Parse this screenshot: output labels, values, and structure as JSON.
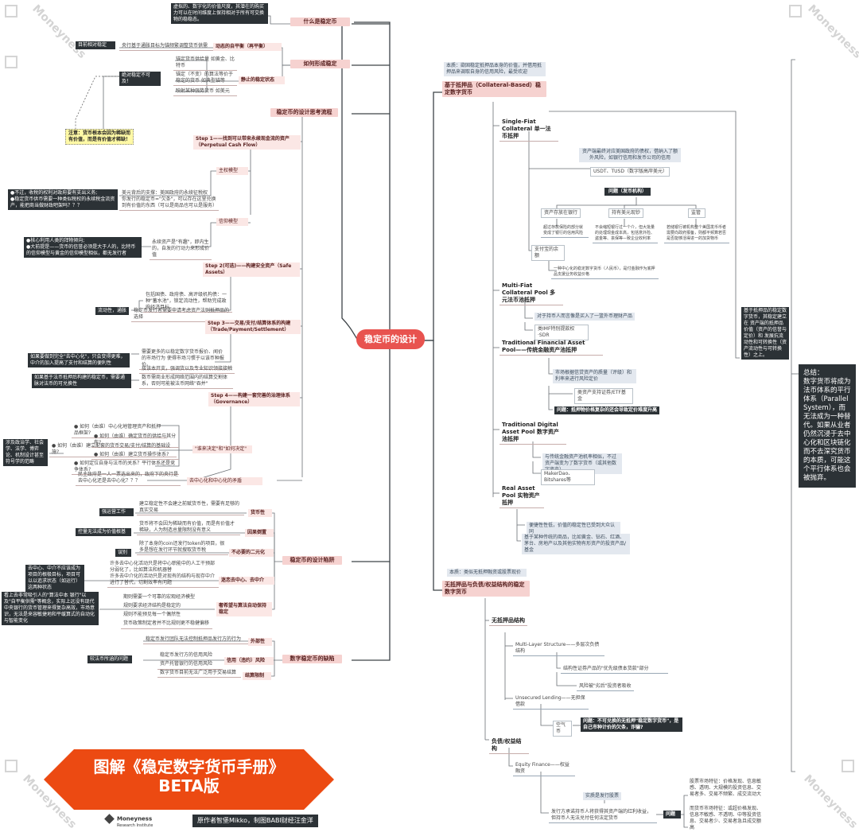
{
  "center_title": "稳定币的设计",
  "banner": {
    "title_line1": "图解《稳定数字货币手册》",
    "title_line2": "BETA版",
    "logo_name": "Moneyness",
    "logo_sub": "Research Institute",
    "credit": "原作者智堡Mikko，制图BABI财经汪金洋"
  },
  "watermark": "Moneyness",
  "left": {
    "what": {
      "label": "什么是稳定币",
      "note": "虚拟的、数字化的价值尺度，其潜在的购买力可以在时间维度上保持相对于所有可交换物的稳稳态。"
    },
    "how_formed": {
      "label": "如何形成稳定",
      "dynamic_label": "动态的自平衡（再平衡）",
      "dynamic_text": "央行基于通胀目标为锚频繁调整货币供需",
      "dynamic_tag": "目前相对稳定",
      "static_label": "静止的稳定状态",
      "static_items": [
        "锚定货币供给量 如黄金、比特币",
        "锚定（不变）的算法等价于稳定的货币 如典型锚等",
        "映射某种强势货币 如美元"
      ],
      "absolute_tag": "绝对稳定不可及！",
      "note": "注意：货币根本会因为稀缺而有价值，而是有价值才稀缺！"
    },
    "design_flow": {
      "label": "稳定币的设计思考流程",
      "step1": "Step 1——找到可以带来永续现金流的资产（Perpetual Cash Flow）",
      "sovereign_label": "主权模型",
      "sovereign_text": "美元背后的支撑：美国政府的永续征税权\n你发行的稳定币=\"欠条\"，可以存在这里兑换到有价值的东西（可以是商品也可以是服务）",
      "sovereign_note": "●不过，收税的权利对政府要有支出义务;\n●稳定货币供币需要一种类似税权的永续税金流资产，能把商当做财政吧架吗？？？",
      "credit_label": "信仰模型",
      "credit_text": "永续资产是\"有趣\"，即内生的，自发的行动力来形成价值",
      "credit_note": "●核心利用人类的拜物倾向;\n●大前提是——货币的信誉必须是大于人的，比特币 的信仰模型与黄金的信仰模型相似，都无发行者",
      "step2": "Step 2(可选)——构建安全资产（Safe Assets）",
      "step2_text1": "包括国债、政府债、高评级机构债：一种\"蓄水池\"，锁定流动性，帮助完成政府经济目标",
      "step2_text2": "稳定币发行者需要申请考虑资产法则抵押品的选择",
      "step2_tag": "流动性，通胀",
      "step3": "Step 3——交易/支付/结算体系的构建（Trade/Payment/Settlement）",
      "step3_text1": "需要更多的以稳定数字货币报价、闻价的市场行为 使得市场习惯于以该币种报价。",
      "step3_text2": "接该本开支，强调货以及专业知识领接接触",
      "step3_text3": "数币需商业形成网络范围内的结算交割体系，否则可能被法币网络\"吞并\"",
      "step3_note1": "如果要做到完全\"去中心化\"，只会变得更难，中介的加入提高了支付和结算的便利性",
      "step3_note2": "如果基于法币抵押后构建的稳定币，需要通脉对法币的可兑换性",
      "step4": "Step 4——构建一套完善的治理体系（Governance）",
      "step4_items": [
        "● 如何（由谁）中心化地管理资产和抵押品框架?",
        "● 如何（由谁）确定货币的供给与其分布?",
        "● 如何（由谁）建立配套的货币交易/支付/结算的基础设施?",
        "● 如何（由谁）建立货币操作体系?",
        "● 如何定位自身与法币的关系？平行体系还是竞争体系?"
      ],
      "step4_mid": "\"谁来决定\"和\"如何决定\"",
      "step4_q": "民主政府是一人一票选出来的，政府下的央行是 去中心化还是去中心化？？？",
      "step4_mid2": "去中心化和中心化的矛盾",
      "step4_note": "涉及政治学、社会学、法学、博弈论、机制设计甚至符号学的范畴"
    },
    "pitfalls": {
      "label": "稳定币的设计陷阱",
      "items": [
        {
          "label": "货币性",
          "text": "建立稳定性不会建之前赋货币性，需要有足够的真实交易",
          "tag": "强运营工作"
        },
        {
          "label": "因果倒置",
          "text": "货币将不会因为稀缺而有价值，而是有价值才稀缺，人为制造总量限制没有意义",
          "tag": "控量无法成为价值根基"
        },
        {
          "label": "不必要的二元化",
          "text": "除了本身的coin还发行token的项目，很多是想在发行环节就搜取货币税",
          "tag": "误别"
        },
        {
          "label": "迷恋去中心、去中介",
          "text": "许多去中心化活动只是将中心职能中的人工干预部分弱化了，比如算法和机器替\n许多去中介化的活动只是对现有的结构与现存中介进行了替代，切割效率有问题",
          "tag": "去中心、中介不应该成为项目的根极目标，项目可以以追求状态（如运行）这两种状态"
        },
        {
          "label": "奢希望与算法自动保持稳定",
          "text": "期则需要一个可靠的宏观经济模型\n规则要求经济结构是稳定的\n规则不能预见每一个偶然性\n货币政策制定者并不比规则更不稳健偏移",
          "tag": "看上去非常吸引人的\"算法中本 银行\"以及\"自平衡供需\"等概念，实际上远没有现代中央银行的货币管理来得复杂高效，市场意识，无法是来容敏捷地和平缓算式的自动化与智能变化"
        }
      ]
    },
    "defects": {
      "label": "数字稳定币的缺陷",
      "items": [
        {
          "label": "外部性",
          "text": "稳定币发行团队无法控制抵押品发行方的行为"
        },
        {
          "label": "信用（违约）风险",
          "text": "稳定币发行方的信用风险\n资产托管银行的信用风险"
        },
        {
          "label": "结算限制",
          "text": "数字货币目前无法广泛用于交易结算"
        }
      ],
      "tag": "较法币所涵的问题"
    }
  },
  "right": {
    "collateral": {
      "header": "基于抵押品（Collateral-Based）稳定数字货币",
      "intro": "本质：欲固稳定抵押品本身的价值，并借用抵押品来调取自身的信用风险，最受欢迎",
      "summary": "基于抵押品的稳定数字货币，其稳定建立在 资产端的抵押品价值（资产的信誉与定价）和 发展抗流动性和可转换性（资产流动性与可转换性）之上。",
      "single_fiat": {
        "label": "Single-Fiat Collateral 单一法币抵押",
        "desc": "资产端最终对应美国政府的债权，借纳入了额外风险，如银行信用和发币公司的信用",
        "examples": "USDT、TUSD（数字版高岸美元）",
        "problem_tag": "问题（发币机构）",
        "sub": [
          "资产存放在银行",
          "持有美元现钞",
          "监管"
        ],
        "sub_text": [
          "超过存款保险的部分就变成了银行的信用风险",
          "不会缩短银行过一个介，但大批量的处理现金成本高，包括意外险、盗金等、丧保等—致企业收利率",
          "若储银行被机构整个美国发币币者需要向政府报备，则都平频算若否是否能够活得进一的加货物币"
        ],
        "support_label": "支付宝的余额",
        "support_text": "一种中心化的稳定数字货币（人民币），是付金融作为底押品支援业务收益价格"
      },
      "multi_fiat": {
        "label": "Multi-Fiat Collateral Pool 多元法币池抵押",
        "text": "对于持币人而言像是买入了一篮外币理财产品",
        "example": "类IMF特别提款权·SDR"
      },
      "trad_financial": {
        "label": "Traditional Financial Asset Pool——传统金融资产池抵押",
        "text": "市场根据信贷资产的质量（评级）和利率来进行风险定价",
        "example": "类资产支持证券/ETF基金",
        "problem": "问题：抵押物价格复杂的还会导致定价难度升高"
      },
      "trad_digital": {
        "label": "Traditional Digital Asset Pool 数字资产池抵押",
        "text": "与传统金融资产池机率相似，不过资产端变为了数字货币（或其他数字资产）",
        "example": "MakerDao、Bitshares等"
      },
      "real_asset": {
        "label": "Real Asset Pool 实物资产抵押",
        "text1": "便捷性性低，价值的稳定性已受到大众认同",
        "text2": "基于某种传统的商品，比如黄金、钻石、红酒、茅台、房地产以及其他实物有形资产的投资产品/基金"
      }
    },
    "non_collateral": {
      "header": "无抵押品与负债/权益结构的稳定数字货币",
      "intro": "本质：类似无抵押融资或股票现价",
      "no_collateral_label": "无抵押品结构",
      "mls": "Multi-Layer Structure——多层次负债结构",
      "mls_sub1": "结构性证券产品的\"优先级债本货款\"部分",
      "mls_sub2": "风险被\"劣后\"投资者吸收",
      "unsecured": "Unsecured Lending——无担保借款",
      "air": "空气币",
      "air_problem": "问题：不可兑换的无抵押\"稳定数字货币\"，是自己市种计价的欠条，诈骗?",
      "debt_label": "负债/权益结构",
      "equity": "Equity Finance——权益融资",
      "equity_sub": "实质是发行股票",
      "equity_text": "发行方承诺持币人将获得其资产端的红利收益，但持币人无法兑付任何法定货币",
      "problem_tag": "问题",
      "problem_items": [
        "股票市场特征：价格发现、信息敏感、透明、大规模的投资信息、交易者多、交易不频繁、成交流动大",
        "而货币市场特征：或超价格发现、信息不敏感、不透明、中等投资信息、交易者少、交易者急且成交额高"
      ]
    },
    "final_summary": "总结：\n数字货币将成为法币体系的平行体系（Parallel System），而无法成为一种替代。如果从业者仍然沉浸于去中心化和区块链化而不去深究货币的本质，可能这个平行体系也会被抛弃。"
  }
}
